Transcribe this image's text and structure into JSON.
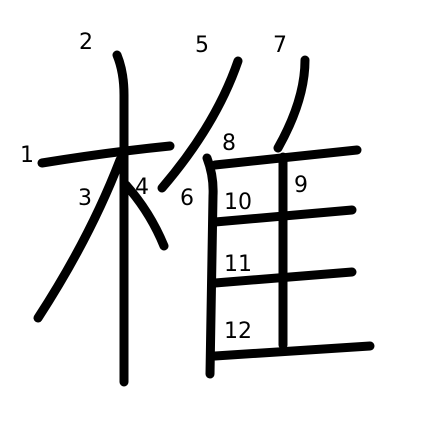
{
  "figure": {
    "colors": {
      "ink": "#000000",
      "background": "#ffffff"
    },
    "stroke_order_labels": [
      "1",
      "2",
      "3",
      "4",
      "5",
      "6",
      "7",
      "8",
      "9",
      "10",
      "11",
      "12"
    ]
  }
}
